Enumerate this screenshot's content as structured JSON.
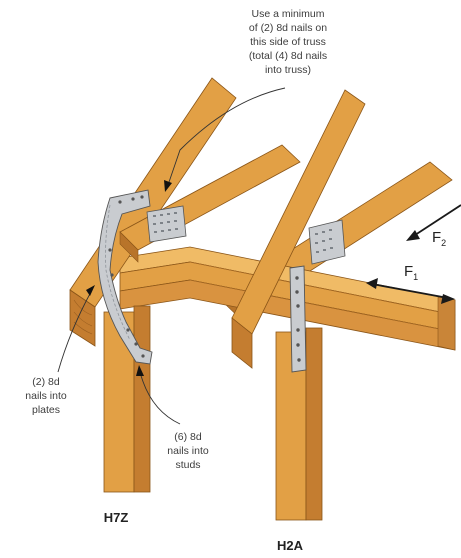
{
  "callouts": {
    "top": [
      "Use a minimum",
      "of (2) 8d nails on",
      "this side of truss",
      "(total (4) 8d nails",
      "into truss)"
    ],
    "left": [
      "(2) 8d",
      "nails into",
      "plates"
    ],
    "right": [
      "(6) 8d",
      "nails into",
      "studs"
    ]
  },
  "labels": {
    "h7z": "H7Z",
    "h2a": "H2A"
  },
  "forces": {
    "f1": {
      "main": "F",
      "sub": "1"
    },
    "f2": {
      "main": "F",
      "sub": "2"
    }
  },
  "colors": {
    "wood": "#e2a045",
    "wood_dark": "#b8742a",
    "wood_light": "#f0bb66",
    "steel": "#c9ccd0",
    "arrow": "#1a1a1a"
  }
}
